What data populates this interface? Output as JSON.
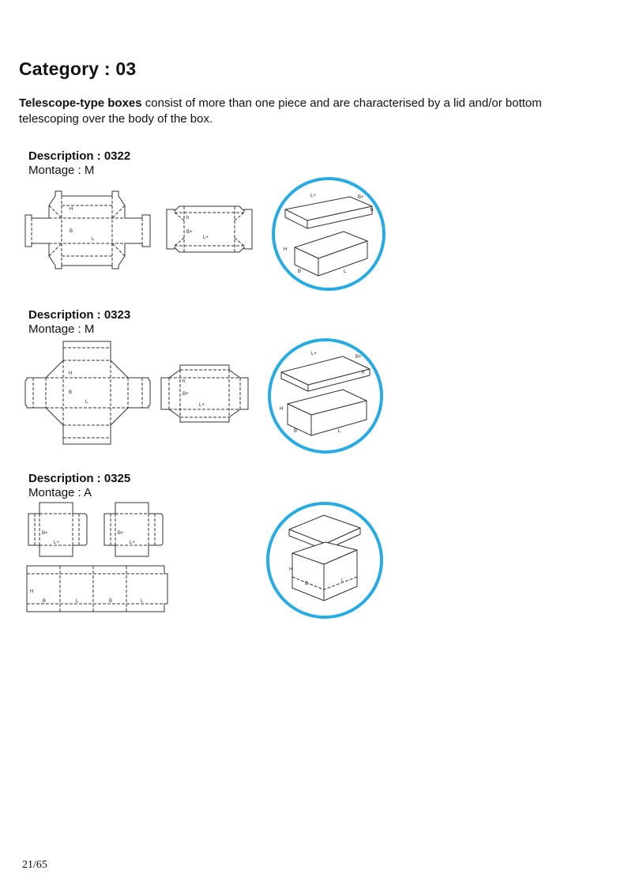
{
  "heading": "Category : 03",
  "intro": {
    "bold": "Telescope-type boxes",
    "text": " consist of more than one piece and are characterised by a lid and/or bottom telescoping over the body of the box."
  },
  "sections": [
    {
      "description": "Description : 0322",
      "montage": "Montage : M"
    },
    {
      "description": "Description : 0323",
      "montage": "Montage : M"
    },
    {
      "description": "Description : 0325",
      "montage": "Montage : A"
    }
  ],
  "labels": {
    "H": "H",
    "B": "B",
    "L": "L",
    "Lplus": "L+",
    "Bplus": "B+",
    "h": "h"
  },
  "page_number": "21/65",
  "colors": {
    "circle_outline": "#29abe2",
    "line": "#333333"
  }
}
